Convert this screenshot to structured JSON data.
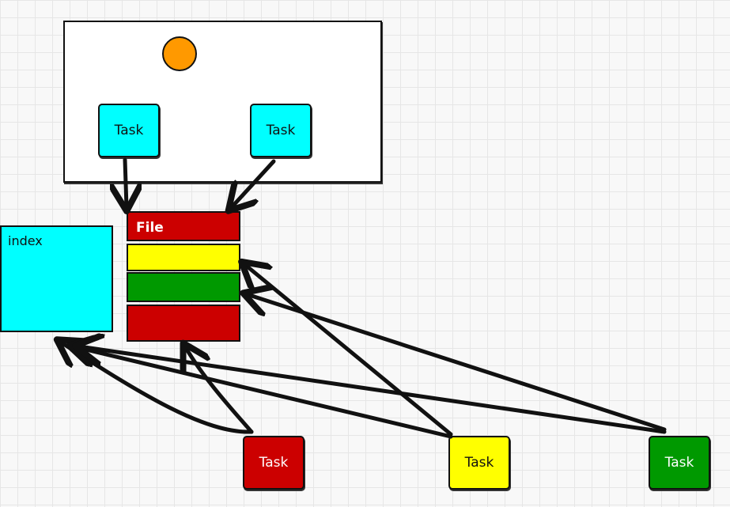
{
  "diagram": {
    "top_tasks": [
      {
        "label": "Task",
        "color": "#00ffff"
      },
      {
        "label": "Task",
        "color": "#00ffff"
      }
    ],
    "index": {
      "label": "index",
      "color": "#00ffff"
    },
    "file": {
      "label": "File",
      "segments": [
        {
          "color": "#cc0000"
        },
        {
          "color": "#ffff00"
        },
        {
          "color": "#009900"
        },
        {
          "color": "#cc0000"
        }
      ]
    },
    "bottom_tasks": [
      {
        "label": "Task",
        "color": "#cc0000"
      },
      {
        "label": "Task",
        "color": "#ffff00"
      },
      {
        "label": "Task",
        "color": "#009900"
      }
    ],
    "accent_dot_color": "#ff9900"
  }
}
